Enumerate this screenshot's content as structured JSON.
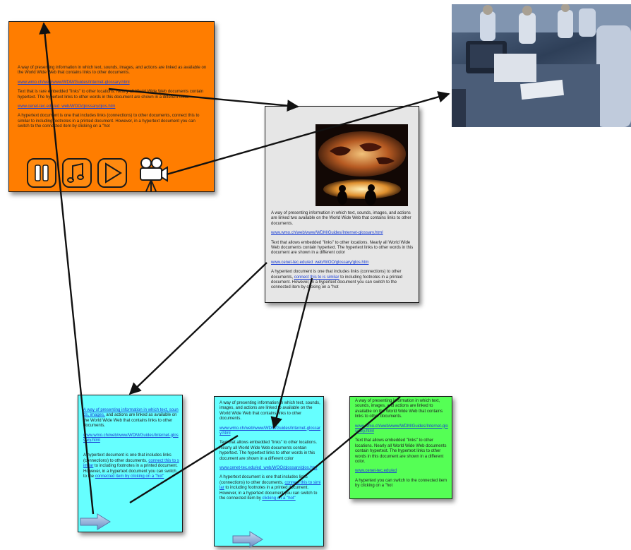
{
  "cards": {
    "orange": {
      "p1": "A way of presenting information in which text, sounds, images, and actions are linked as available on the World Wide Web that contains links to other documents.",
      "l1": "www.wmo.ch/web/www/WDM/Guides/Internet-glossary.html",
      "p2": "Text that is rare embedded \"links\" to other locations. Nearly all World Wide Web documents contain hypertext. The hypertext links to other words in this document are shown in a different color.",
      "l2": "www.cenet-tec.edu/ed_web/WOO/glossary/glos.htm",
      "p3": "A hypertext document is one that includes links (connections) to other documents, connect this to similar to including footnotes in a printed document. However, in a hypertext document you can switch to the connected item by clicking on a \"hot"
    },
    "gray": {
      "p1": "A way of presenting information in which text, sounds, images, and actions are linked two available on the World Wide Web that contains links to other documents.",
      "l1": "www.wmo.ch/web/www/WDM/Guides/Internet-glossary.html",
      "p2": "Text that allows embedded \"links\" to other locations. Nearly all World Wide Web documents contain hypertext. The hypertext links to other words in this document are shown in a different color",
      "l2": "www.cenet-tec.edu/ed_web/WOO/glossary/glos.htm",
      "p3a": "A hypertext document is one that includes links (connections) to other documents,",
      "l3": "connect this to is similar",
      "p3b": "to including footnotes in a printed document. However, in a hypertext document you can switch to the connected item by clicking on a \"hot"
    },
    "cyan1": {
      "l1": "A way of presenting information in which text, sounds, images,",
      "p1": "and actions are linked as available on the World Wide Web that contains links to other documents.",
      "l2": "www.wmo.ch/web/www/WDM/Guides/Internet-glossary.html",
      "p2a": "A hypertext document is one that includes links (connections) to other documents,",
      "l3": "connect this to similar",
      "p2b": "to including footnotes in a printed document. However, in a hypertext document you can switch to the",
      "l4": "connected item by clicking on a \"hot\""
    },
    "cyan2": {
      "p1": "A way of presenting information in which text, sounds, images, and actions are linked to available on the World Wide Web that contains links to other documents.",
      "l1": "www.wmo.ch/web/www/WDM/Guides/Internet-glossary.html",
      "p2": "Text that allows embedded \"links\" to other locations. Nearly all World Wide Web documents contain hypertext. The hypertext links to other words in this document are shown in a different color",
      "l2": "www.cenet-tec.edu/ed_web/WOO/glossary/glos.htm",
      "p3a": "A hypertext document is one that includes links (connections) to other documents,",
      "l3": "connect this to similar",
      "p3b": "to including footnotes in a printed document. However, in a hypertext document you can switch to the connected item by",
      "l4": "clicking on a \"hot\""
    },
    "green": {
      "p1": "A way of presenting information in which text, sounds, images, and actions are linked to available on the World Wide Web that contains links to other documents.",
      "l1": "www.wmo.ch/web/www/WDM/Guides/Internet-glossary.html",
      "p2": "Text that allows embedded \"links\" to other locations. Nearly all World Wide Web documents contain hypertext. The hypertext links to other words in this document are shown in a different color.",
      "l2": "www.cenet-tec.edu/ed",
      "p3": "A hypertext you can switch to the connected item by clicking on a \"hot"
    }
  },
  "icons": [
    "pause-icon",
    "music-note-icon",
    "play-icon",
    "movie-camera-icon",
    "next-arrow-icon"
  ],
  "colors": {
    "orange_card": "#ff7d00",
    "gray_card": "#e6e6e6",
    "cyan_card": "#66ffff",
    "green_card": "#55ff55",
    "link": "#1a3fd6",
    "connector": "#111111"
  }
}
